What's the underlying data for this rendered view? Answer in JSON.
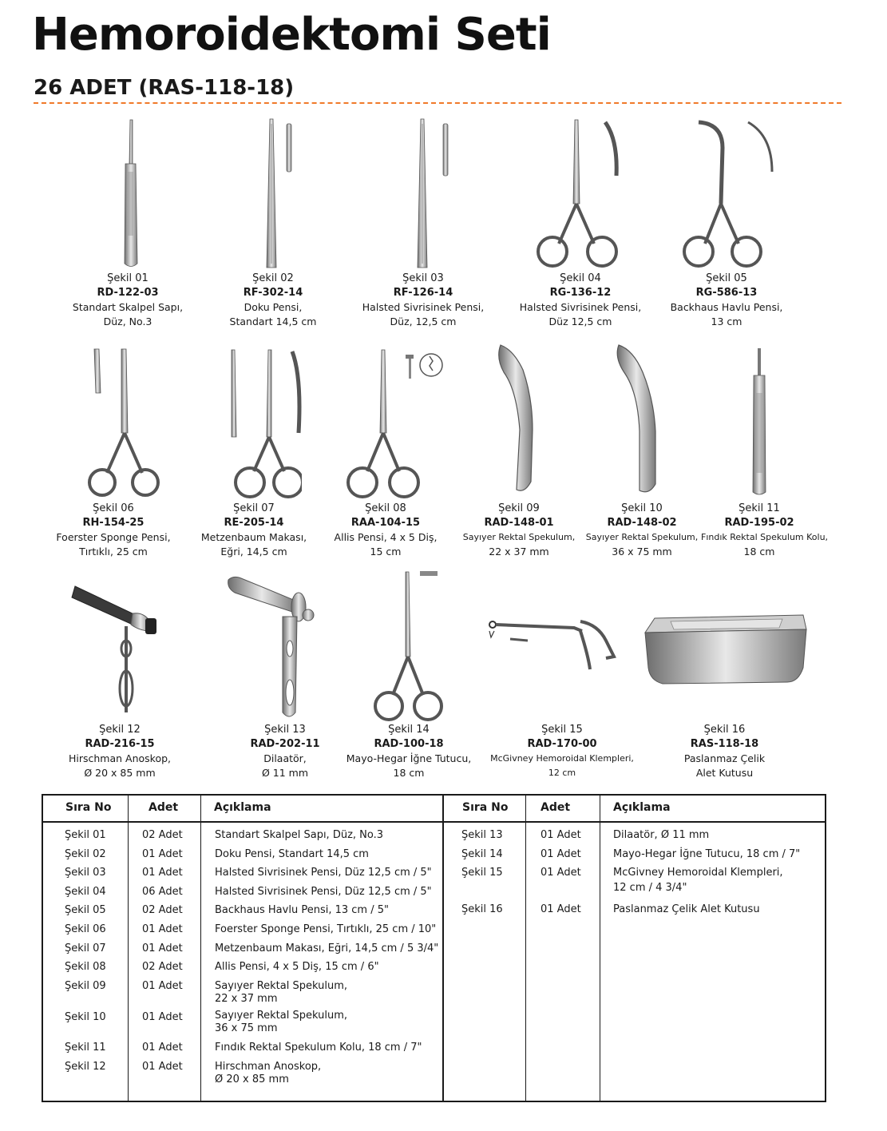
{
  "title": "Hemoroidektomi Seti",
  "subtitle": "26 ADET (RAS-118-18)",
  "items": [
    {
      "caption": "Şekil 01",
      "code": "RD-122-03",
      "desc1": "Standart Skalpel Sapı,",
      "desc2": "Düz, No.3"
    },
    {
      "caption": "Şekil 02",
      "code": "RF-302-14",
      "desc1": "Doku Pensi,",
      "desc2": "Standart 14,5 cm"
    },
    {
      "caption": "Şekil 03",
      "code": "RF-126-14",
      "desc1": "Halsted Sivrisinek Pensi,",
      "desc2": "Düz, 12,5 cm"
    },
    {
      "caption": "Şekil 04",
      "code": "RG-136-12",
      "desc1": "Halsted Sivrisinek Pensi,",
      "desc2": "Düz 12,5 cm"
    },
    {
      "caption": "Şekil 05",
      "code": "RG-586-13",
      "desc1": "Backhaus Havlu Pensi,",
      "desc2": "13 cm"
    },
    {
      "caption": "Şekil 06",
      "code": "RH-154-25",
      "desc1": "Foerster Sponge Pensi,",
      "desc2": "Tırtıklı, 25 cm"
    },
    {
      "caption": "Şekil 07",
      "code": "RE-205-14",
      "desc1": "Metzenbaum Makası,",
      "desc2": "Eğri, 14,5 cm"
    },
    {
      "caption": "Şekil 08",
      "code": "RAA-104-15",
      "desc1": "Allis Pensi, 4 x 5 Diş,",
      "desc2": "15 cm"
    },
    {
      "caption": "Şekil 09",
      "code": "RAD-148-01",
      "desc1": "Sayıyer Rektal Spekulum,",
      "desc2": "22 x 37 mm"
    },
    {
      "caption": "Şekil 10",
      "code": "RAD-148-02",
      "desc1": "Sayıyer Rektal Spekulum,",
      "desc2": "36 x 75 mm"
    },
    {
      "caption": "Şekil 11",
      "code": "RAD-195-02",
      "desc1": "Fındık Rektal Spekulum Kolu,",
      "desc2": "18 cm"
    },
    {
      "caption": "Şekil 12",
      "code": "RAD-216-15",
      "desc1": "Hirschman Anoskop,",
      "desc2": "Ø 20 x 85 mm"
    },
    {
      "caption": "Şekil 13",
      "code": "RAD-202-11",
      "desc1": "Dilaatör,",
      "desc2": "Ø 11 mm"
    },
    {
      "caption": "Şekil 14",
      "code": "RAD-100-18",
      "desc1": "Mayo-Hegar İğne Tutucu,",
      "desc2": "18 cm"
    },
    {
      "caption": "Şekil 15",
      "code": "RAD-170-00",
      "desc1": "McGivney Hemoroidal Klempleri,",
      "desc2": "12 cm"
    },
    {
      "caption": "Şekil 16",
      "code": "RAS-118-18",
      "desc1": "Paslanmaz Çelik",
      "desc2": "Alet Kutusu"
    }
  ],
  "table": {
    "headers": {
      "no": "Sıra No",
      "adet": "Adet",
      "aciklama": "Açıklama"
    },
    "left": [
      {
        "no": "Şekil 01",
        "adet": "02 Adet",
        "desc": "Standart Skalpel Sapı, Düz, No.3"
      },
      {
        "no": "Şekil 02",
        "adet": "01 Adet",
        "desc": "Doku Pensi, Standart 14,5 cm"
      },
      {
        "no": "Şekil 03",
        "adet": "01 Adet",
        "desc": "Halsted Sivrisinek Pensi, Düz 12,5 cm / 5\""
      },
      {
        "no": "Şekil 04",
        "adet": "06 Adet",
        "desc": "Halsted Sivrisinek Pensi, Düz 12,5 cm / 5\""
      },
      {
        "no": "Şekil 05",
        "adet": "02 Adet",
        "desc": "Backhaus Havlu Pensi, 13 cm / 5\""
      },
      {
        "no": "Şekil 06",
        "adet": "01 Adet",
        "desc": "Foerster Sponge Pensi, Tırtıklı, 25 cm / 10\""
      },
      {
        "no": "Şekil 07",
        "adet": "01 Adet",
        "desc": "Metzenbaum Makası, Eğri, 14,5 cm / 5 3/4\""
      },
      {
        "no": "Şekil 08",
        "adet": "02 Adet",
        "desc": "Allis Pensi, 4 x 5 Diş, 15 cm / 6\""
      },
      {
        "no": "Şekil 09",
        "adet": "01 Adet",
        "desc": "Sayıyer Rektal Spekulum,",
        "desc2": "22 x 37 mm"
      },
      {
        "no": "Şekil 10",
        "adet": "01 Adet",
        "desc": "Sayıyer Rektal Spekulum,",
        "desc2": "36 x 75 mm"
      },
      {
        "no": "Şekil 11",
        "adet": "01 Adet",
        "desc": "Fındık Rektal Spekulum Kolu, 18 cm / 7\""
      },
      {
        "no": "Şekil 12",
        "adet": "01 Adet",
        "desc": "Hirschman Anoskop,",
        "desc2": "Ø 20 x 85 mm"
      }
    ],
    "right": [
      {
        "no": "Şekil 13",
        "adet": "01 Adet",
        "desc": "Dilaatör, Ø 11 mm"
      },
      {
        "no": "Şekil 14",
        "adet": "01 Adet",
        "desc": "Mayo-Hegar İğne Tutucu, 18 cm / 7\""
      },
      {
        "no": "Şekil 15",
        "adet": "01 Adet",
        "desc": "McGivney Hemoroidal Klempleri,",
        "desc2": "12 cm / 4 3/4\""
      },
      {
        "no": "Şekil 16",
        "adet": "01 Adet",
        "desc": "Paslanmaz Çelik Alet Kutusu"
      }
    ]
  }
}
